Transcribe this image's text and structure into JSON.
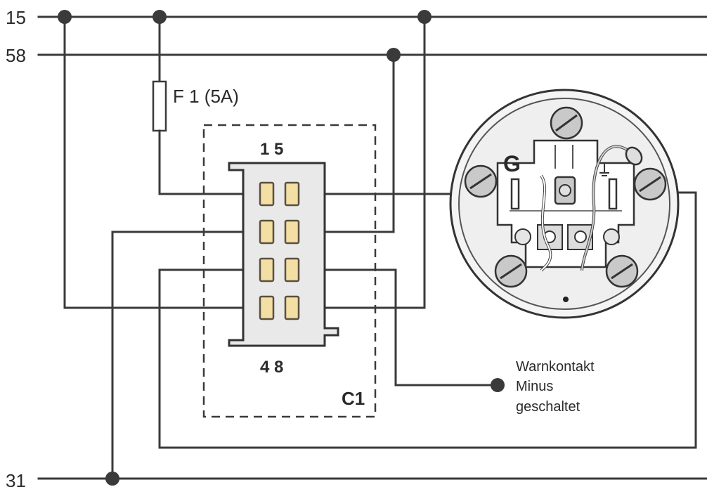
{
  "rails": {
    "r15": "15",
    "r58": "58",
    "r31": "31"
  },
  "fuse": {
    "label": "F 1 (5A)"
  },
  "connector": {
    "pins_top": "1 5",
    "pins_bottom": "4 8",
    "name": "C1"
  },
  "gauge": {
    "ground_label": "G"
  },
  "warn": {
    "line1": "Warnkontakt",
    "line2": "Minus",
    "line3": "geschaltet"
  },
  "colors": {
    "wire": "#3a3a3a",
    "pin_fill": "#f3dfa3",
    "gauge_face": "#efefef",
    "gauge_metal": "#c9c9c9"
  }
}
